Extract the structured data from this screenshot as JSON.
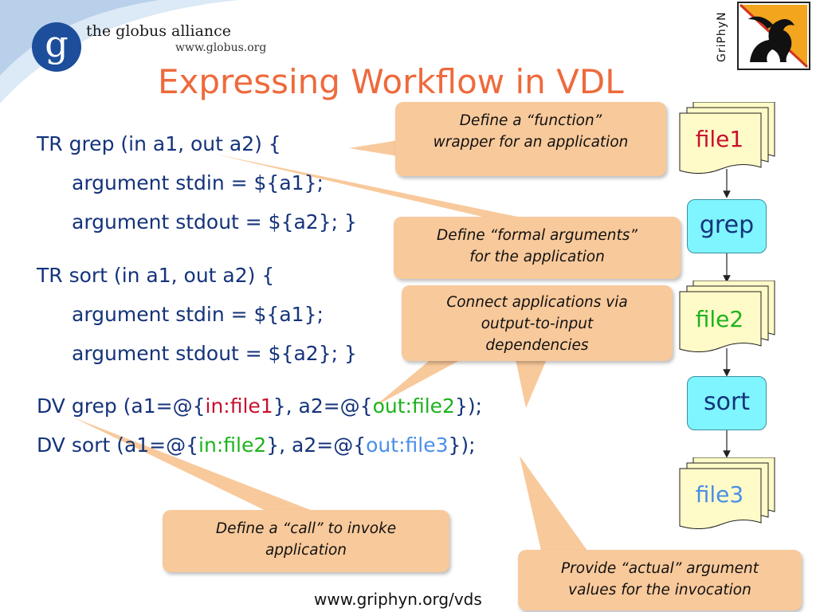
{
  "header": {
    "logo_letter": "g",
    "logo_name": "the globus alliance",
    "logo_url": "www.globus.org",
    "griphyn_label": "GriPhyN"
  },
  "title": "Expressing Workflow in VDL",
  "code": {
    "tr_grep": {
      "line1": "TR grep (in a1, out a2) {",
      "line2": "argument stdin = ${a1};",
      "line3": "argument stdout = ${a2}; }"
    },
    "tr_sort": {
      "line1": "TR sort (in a1, out a2) {",
      "line2": "argument stdin = ${a1};",
      "line3": "argument stdout = ${a2}; }"
    },
    "dv_grep": {
      "prefix": "DV grep (a1=@{",
      "in_arg": "in:file1",
      "mid": "}, a2=@{",
      "out_arg": "out:file2",
      "suffix": "});"
    },
    "dv_sort": {
      "prefix": "DV sort  (a1=@{",
      "in_arg": "in:file2",
      "mid": "}, a2=@{",
      "out_arg": "out:file3",
      "suffix": "});"
    }
  },
  "callouts": {
    "function": [
      "Define a “function”",
      "wrapper for an application"
    ],
    "formal": [
      "Define “formal arguments”",
      "for the application"
    ],
    "connect": [
      "Connect applications via",
      "output-to-input",
      "dependencies"
    ],
    "call": [
      "Define a “call” to invoke",
      "application"
    ],
    "actual": [
      "Provide “actual” argument",
      "values for the invocation"
    ]
  },
  "workflow": {
    "file1": "file1",
    "grep": "grep",
    "file2": "file2",
    "sort": "sort",
    "file3": "file3"
  },
  "colors": {
    "title": "#ee6a3c",
    "code": "#14337a",
    "file1": "#c8102e",
    "file2": "#1db31d",
    "file3": "#4a8fe8",
    "callout": "#f8c99b",
    "process": "#7ff5ff",
    "file_fill": "#fffbc8"
  },
  "footer": "www.griphyn.org/vds"
}
